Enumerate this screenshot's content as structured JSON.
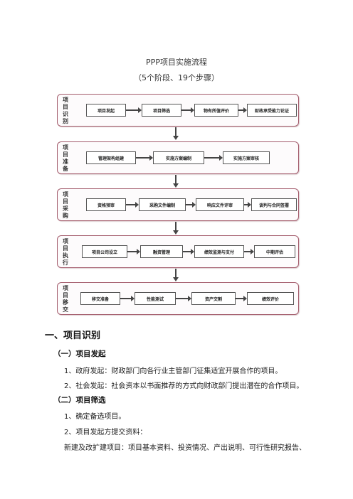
{
  "doc": {
    "title": "PPP项目实施流程",
    "subtitle": "（5个阶段、19个步骤）"
  },
  "flow": {
    "stages": [
      {
        "label": "项目识别",
        "steps": [
          "项目发起",
          "项目筛选",
          "物有所值评价",
          "财政承受能力论证"
        ]
      },
      {
        "label": "项目准备",
        "steps": [
          "管理架构组建",
          "实施方案编制",
          "实施方案审核"
        ]
      },
      {
        "label": "项目采购",
        "steps": [
          "资格预审",
          "采购文件编制",
          "响应文件评审",
          "谈判与合同签署"
        ]
      },
      {
        "label": "项目执行",
        "steps": [
          "项目公司设立",
          "融资管理",
          "绩效监测与支付",
          "中期评估"
        ]
      },
      {
        "label": "项目移交",
        "steps": [
          "移交准备",
          "性能测试",
          "资产交割",
          "绩效评价"
        ]
      }
    ]
  },
  "section1": {
    "heading": "一、项目识别",
    "sub1": {
      "heading": "（一）项目发起",
      "items": [
        "1、政府发起：财政部门向各行业主管部门征集适宜开展合作的项目。",
        "2、社会发起：社会资本以书面推荐的方式向财政部门提出潜在的合作项目。"
      ]
    },
    "sub2": {
      "heading": "（二）项目筛选",
      "items": [
        "1、确定备选项目。",
        "2、项目发起方提交资料：",
        "新建及改扩建项目：项目基本资料、投资情况、产出说明、可行性研究报告、"
      ]
    }
  }
}
